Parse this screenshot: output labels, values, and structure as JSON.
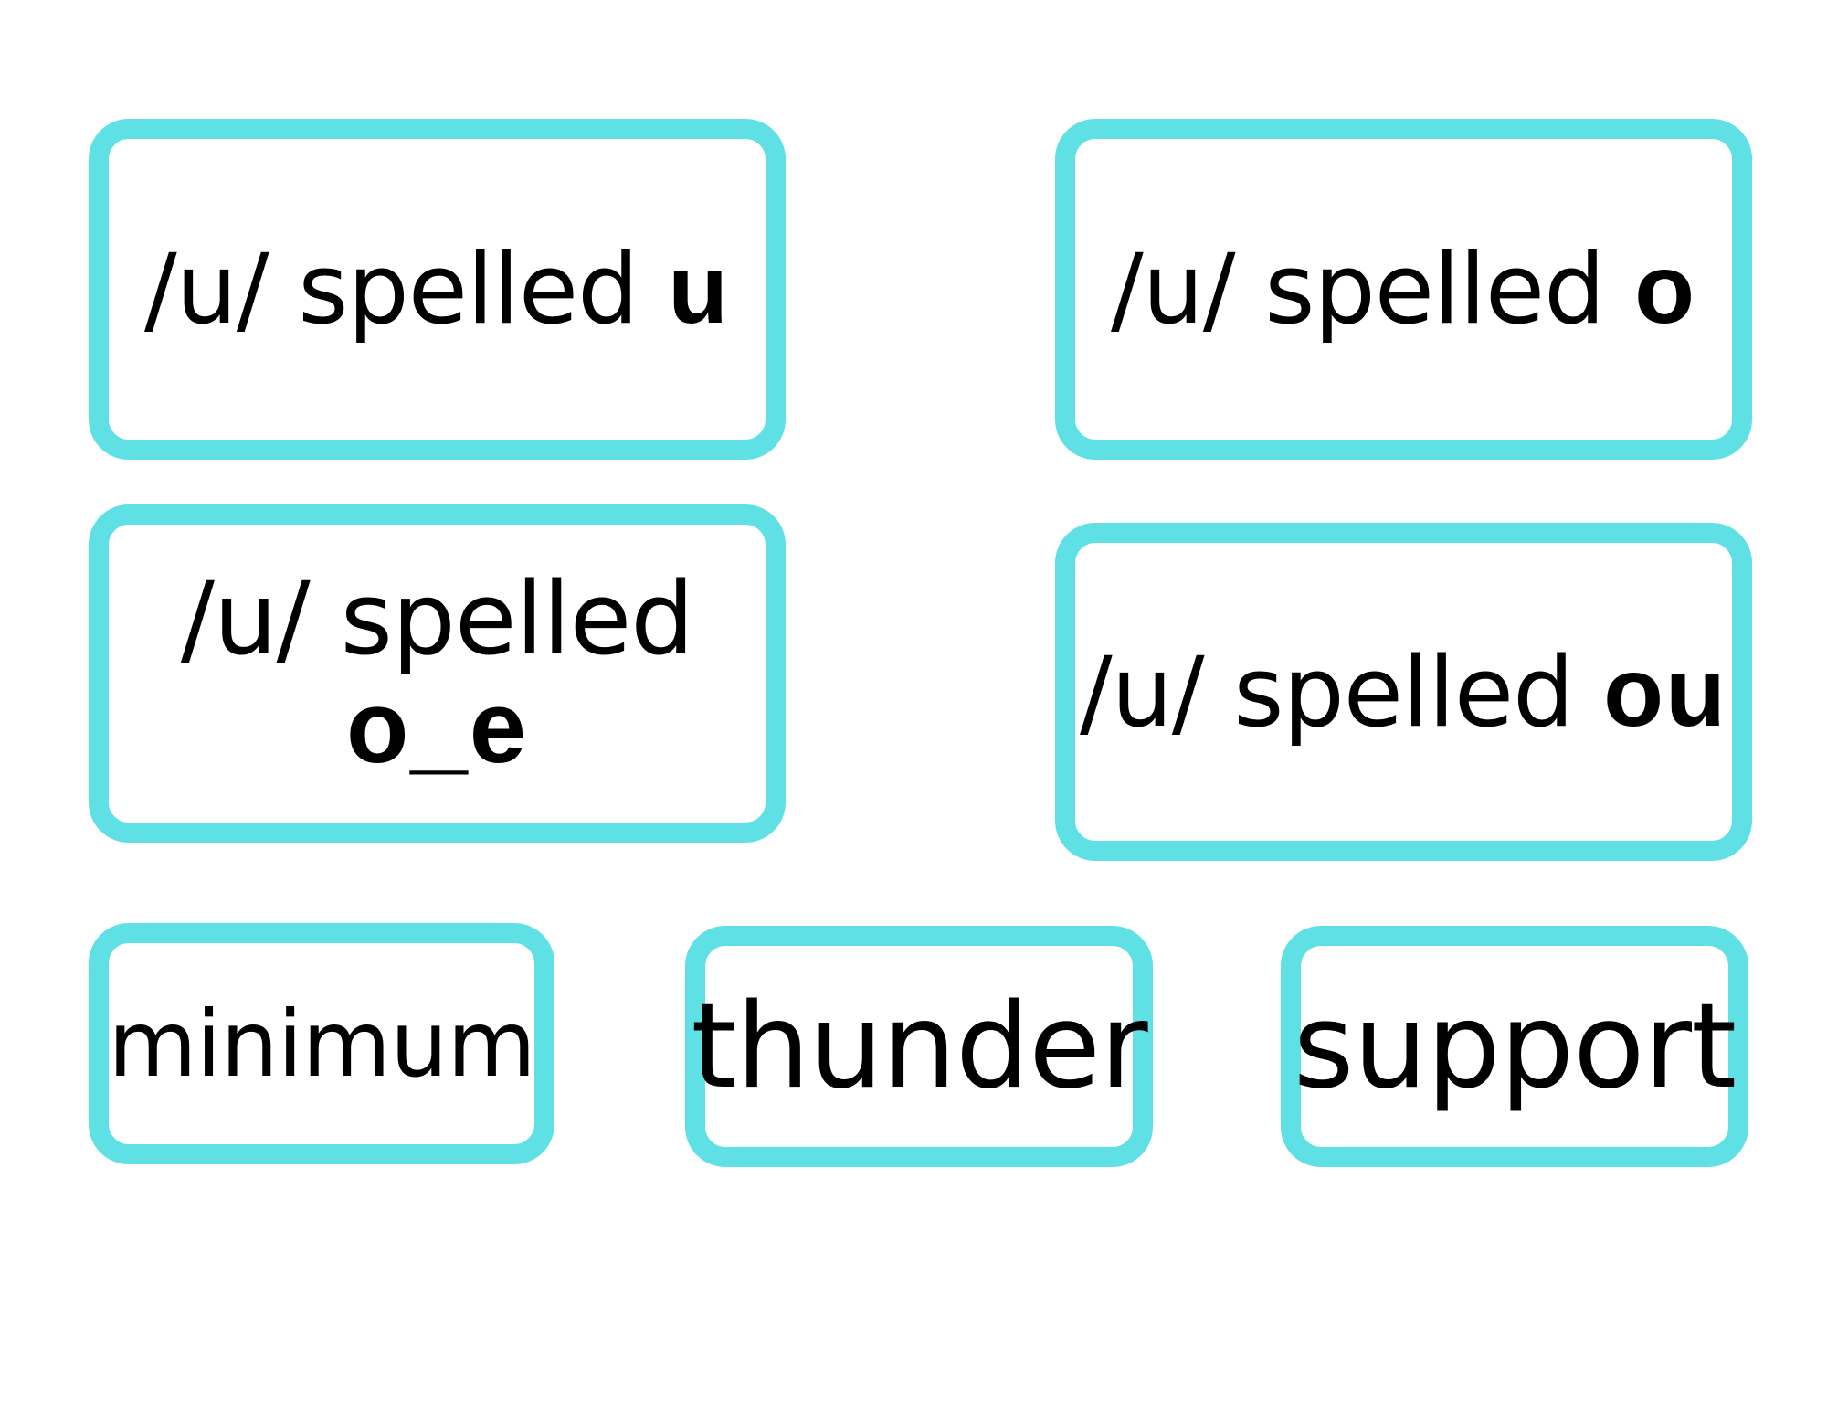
{
  "headers": [
    {
      "label": "/u/ spelled ",
      "spelling": "u"
    },
    {
      "label": "/u/ spelled ",
      "spelling": "o"
    },
    {
      "label": "/u/ spelled",
      "spelling": "o_e"
    },
    {
      "label": "/u/ spelled ",
      "spelling": "ou"
    }
  ],
  "words": [
    "minimum",
    "thunder",
    "support"
  ],
  "colors": {
    "card_border": "#5fe0e5",
    "text": "#000000",
    "background": "#ffffff"
  }
}
